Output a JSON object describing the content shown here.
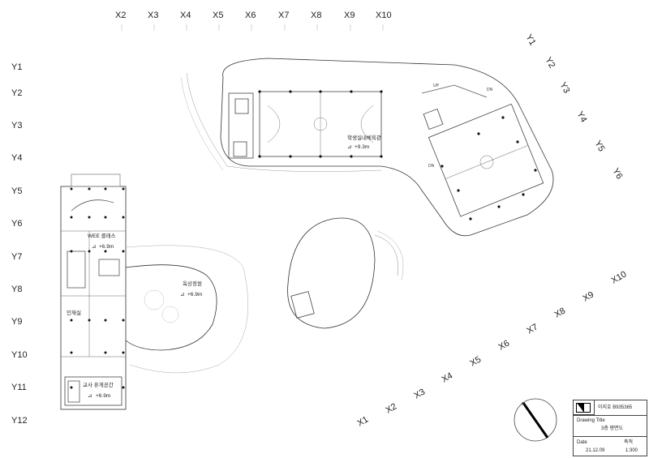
{
  "grid_x_top": [
    "X2",
    "X3",
    "X4",
    "X5",
    "X6",
    "X7",
    "X8",
    "X9",
    "X10"
  ],
  "grid_y_left": [
    "Y1",
    "Y2",
    "Y3",
    "Y4",
    "Y5",
    "Y6",
    "Y7",
    "Y8",
    "Y9",
    "Y10",
    "Y11",
    "Y12"
  ],
  "grid_y_right": [
    "Y1",
    "Y2",
    "Y3",
    "Y4",
    "Y5",
    "Y6"
  ],
  "grid_x_diag": [
    "X1",
    "X2",
    "X3",
    "X4",
    "X5",
    "X6",
    "X7",
    "X8",
    "X9",
    "X10"
  ],
  "rooms": {
    "gym_label": "학생실내체육관",
    "gym_elev": "+9.3m",
    "wee_label": "WEE 클래스",
    "wee_elev": "+6.9m",
    "garden_label": "옥상정원",
    "garden_elev": "+6.9m",
    "study_label": "인재실",
    "teacher_label": "교사 휴게공간",
    "teacher_elev": "+6.9m"
  },
  "stair_marks": {
    "up": "UP",
    "dn1": "DN",
    "dn2": "DN"
  },
  "title_block": {
    "author": "이지호 B935365",
    "drawing_title_label": "Drawing Title",
    "drawing_title": "3층 평면도",
    "date_label": "Date",
    "date": "21.12.09",
    "scale_label": "축척",
    "scale": "1:300"
  },
  "colors": {
    "line": "#333333",
    "column": "#111111",
    "north": "#000000"
  }
}
